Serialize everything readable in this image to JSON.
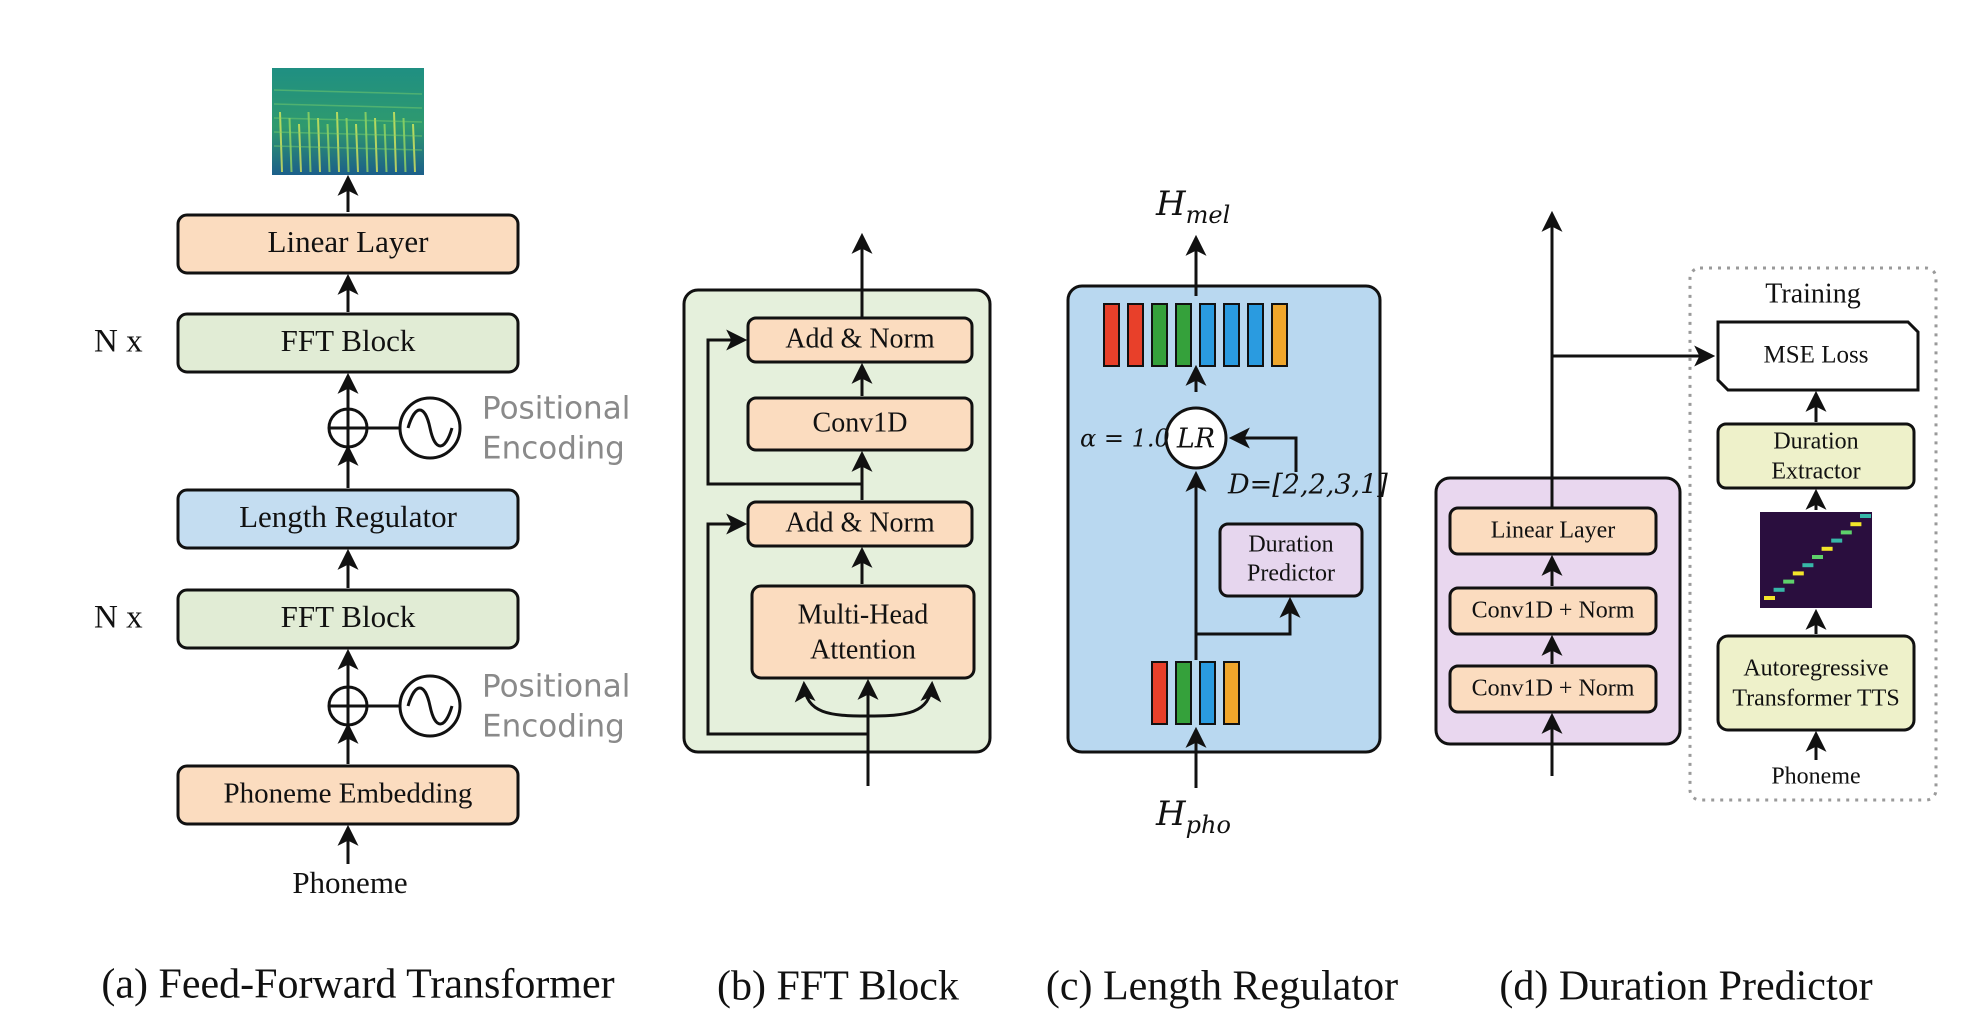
{
  "colors": {
    "orange_box": "#fbdcbf",
    "green_box": "#e1ecd5",
    "blue_box": "#c4ddf1",
    "purple_box": "#e6d6ee",
    "yellow_box": "#eef1ca",
    "panel_green": "#e5f0dc",
    "panel_blue": "#b9d8f0",
    "panel_purple": "#e9d7ef",
    "bar_colors": [
      "#e8402a",
      "#35a13b",
      "#2a9be0",
      "#f0a62b"
    ]
  },
  "panel_a": {
    "caption": "(a) Feed-Forward Transformer",
    "linear_layer": "Linear Layer",
    "fft_block_top": "FFT Block",
    "fft_block_bottom": "FFT Block",
    "repeat_top": "N x",
    "repeat_bottom": "N x",
    "pos_enc_top_l1": "Positional",
    "pos_enc_top_l2": "Encoding",
    "pos_enc_bottom_l1": "Positional",
    "pos_enc_bottom_l2": "Encoding",
    "length_regulator": "Length Regulator",
    "phoneme_embedding": "Phoneme Embedding",
    "input_label": "Phoneme",
    "output_icon": "mel-spectrogram-image"
  },
  "panel_b": {
    "caption": "(b) FFT Block",
    "add_norm_top": "Add & Norm",
    "conv1d": "Conv1D",
    "add_norm_bottom": "Add & Norm",
    "mha_l1": "Multi-Head",
    "mha_l2": "Attention"
  },
  "panel_c": {
    "caption": "(c) Length Regulator",
    "output_label_main": "H",
    "output_label_sub": "mel",
    "input_label_main": "H",
    "input_label_sub": "pho",
    "alpha_label": "α = 1.0",
    "lr_symbol": "LR",
    "durations_label": "D=[2,2,3,1]",
    "duration_predictor_l1": "Duration",
    "duration_predictor_l2": "Predictor",
    "mel_bar_colors": [
      "#e8402a",
      "#e8402a",
      "#35a13b",
      "#35a13b",
      "#2a9be0",
      "#2a9be0",
      "#2a9be0",
      "#f0a62b"
    ],
    "pho_bar_colors": [
      "#e8402a",
      "#35a13b",
      "#2a9be0",
      "#f0a62b"
    ]
  },
  "panel_d": {
    "caption": "(d) Duration Predictor",
    "training_label": "Training",
    "mse_loss": "MSE Loss",
    "duration_extractor_l1": "Duration",
    "duration_extractor_l2": "Extractor",
    "linear_layer": "Linear Layer",
    "conv_norm_top": "Conv1D + Norm",
    "conv_norm_bottom": "Conv1D + Norm",
    "autoregressive_l1": "Autoregressive",
    "autoregressive_l2": "Transformer TTS",
    "input_label": "Phoneme",
    "alignment_icon": "attention-alignment-image"
  }
}
